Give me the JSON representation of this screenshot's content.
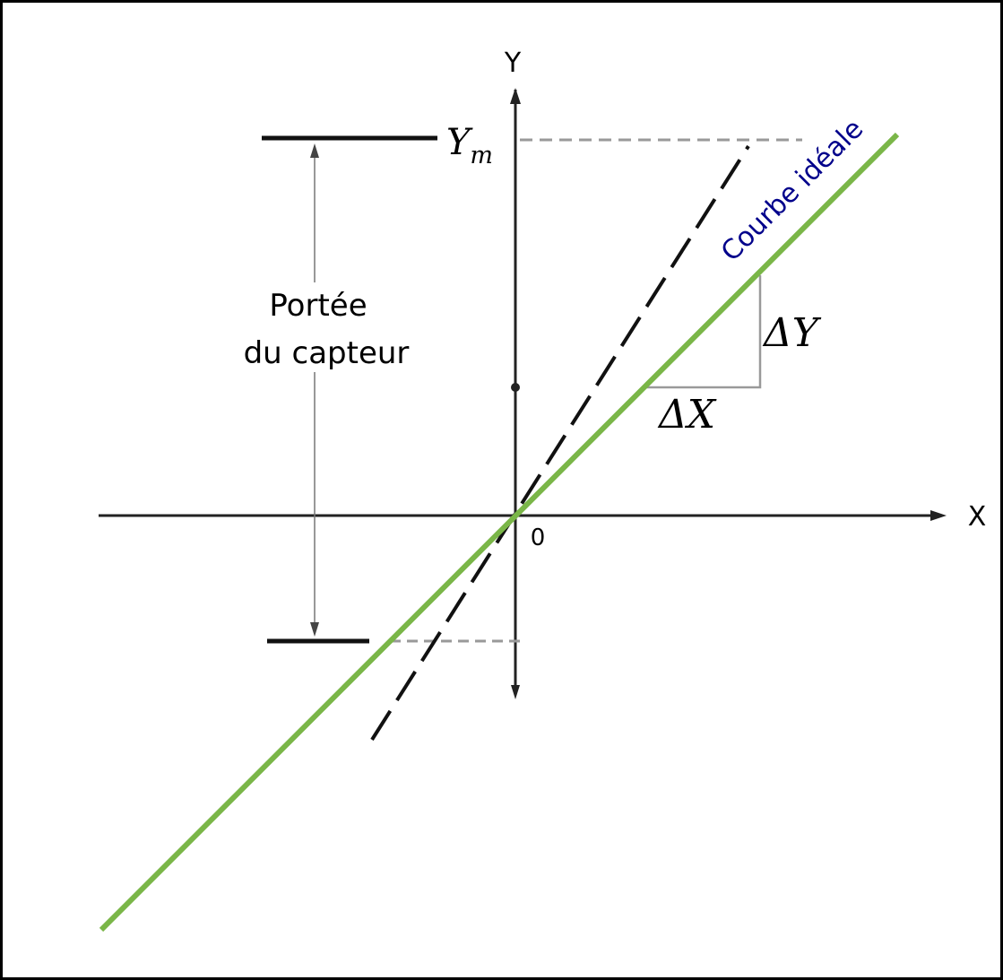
{
  "axes": {
    "x_label": "X",
    "y_label": "Y",
    "origin_label": "0"
  },
  "range": {
    "label_line1": "Portée",
    "label_line2": "du capteur"
  },
  "max_output": {
    "symbol": "Y",
    "subscript": "m"
  },
  "ideal_curve": {
    "label": "Courbe idéale",
    "color": "#7ab648",
    "label_color": "#00008b"
  },
  "slope": {
    "delta_y": "ΔY",
    "delta_x": "ΔX"
  }
}
